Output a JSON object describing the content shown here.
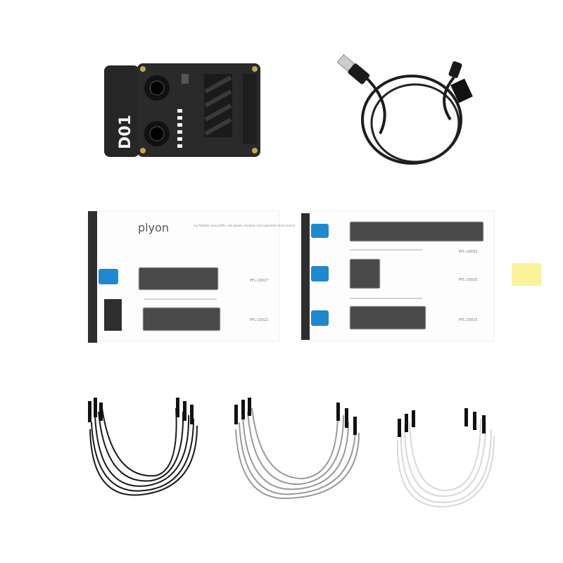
{
  "board": {
    "label": "D01",
    "colors": {
      "pcb": "#262626",
      "led": "#f4f4f4",
      "hole": "#c9a64a"
    }
  },
  "brand": {
    "name": "plyon",
    "tagline": "our flexible, low profile, low power, resistive and capacitive force sensor"
  },
  "sensors_left": [
    {
      "code": "PFL-10027"
    },
    {
      "code": "PFL-10022"
    }
  ],
  "sensors_right": [
    {
      "code": "PFL-10033"
    },
    {
      "code": "PFL-10020"
    },
    {
      "code": "PFL-10023"
    }
  ],
  "colors": {
    "connector": "#1e88d0",
    "sensor": "#4a4a4a",
    "sticky_note": "#fbf39a",
    "header": "#2e2e2e"
  },
  "wires": [
    {
      "color": "#1a1a1a"
    },
    {
      "color": "#9a9a9a"
    },
    {
      "color": "#f2f2f2"
    }
  ]
}
